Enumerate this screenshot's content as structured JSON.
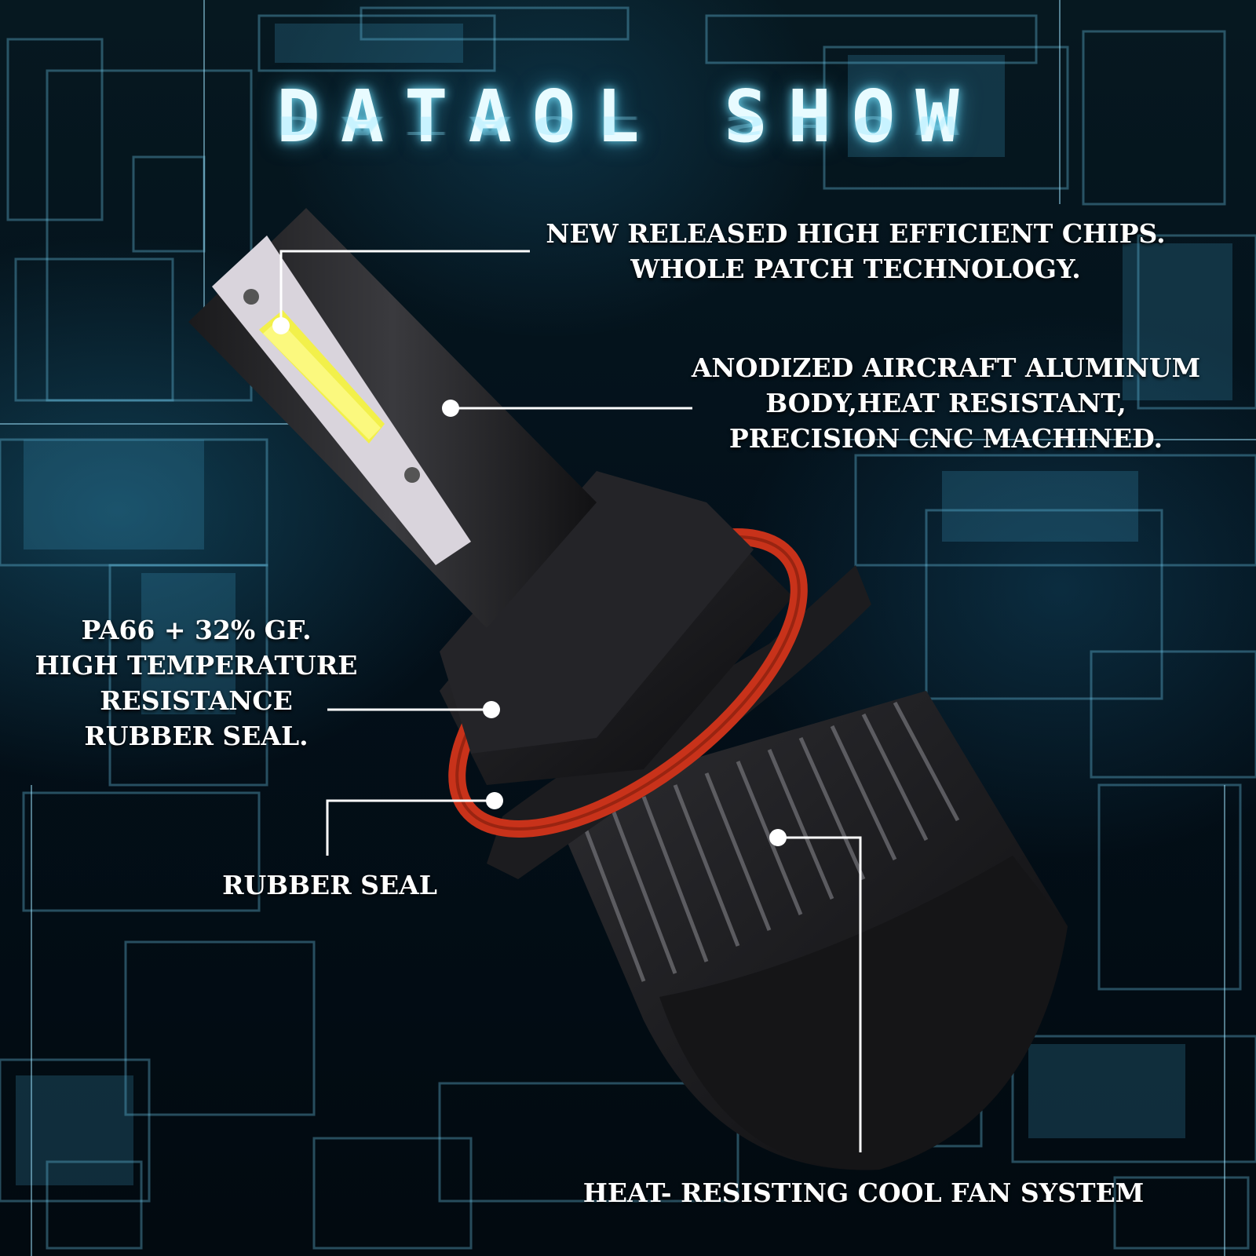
{
  "brand": {
    "title": "DATAOL SHOW"
  },
  "callouts": {
    "chips": [
      "NEW RELEASED HIGH EFFICIENT CHIPS.",
      "WHOLE PATCH TECHNOLOGY."
    ],
    "body": [
      "ANODIZED AIRCRAFT ALUMINUM",
      "BODY,HEAT RESISTANT,",
      "PRECISION CNC MACHINED."
    ],
    "pa66": [
      "PA66 + 32% GF.",
      "HIGH TEMPERATURE",
      "RESISTANCE",
      "RUBBER SEAL."
    ],
    "seal": [
      "RUBBER SEAL"
    ],
    "fan": [
      "HEAT- RESISTING COOL FAN SYSTEM"
    ]
  },
  "colors": {
    "background": "#02080c",
    "accent_glow": "#7de6ff",
    "callout_text": "#ffffff",
    "seal_ring": "#c8321a",
    "chip": "#f2f04a"
  }
}
